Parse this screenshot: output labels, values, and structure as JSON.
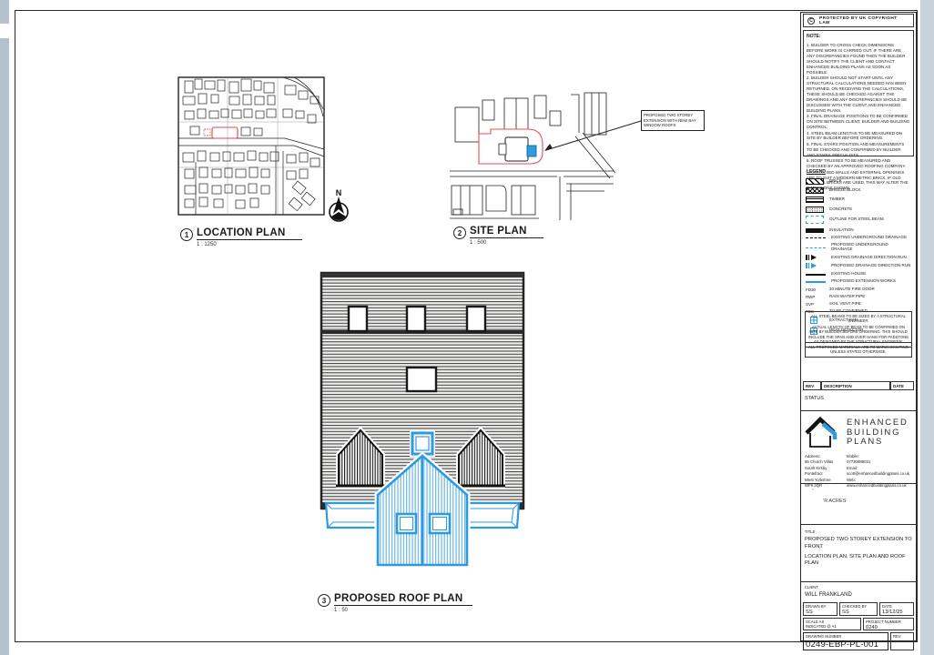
{
  "copyright": {
    "symbol": "C",
    "text": "PROTECTED BY UK COPYRIGHT LAW"
  },
  "notes": {
    "title": "NOTE:",
    "items": [
      "1. BUILDER TO CROSS CHECK DIMENSIONS BEFORE WORK IS CARRIED OUT. IF THERE ARE ANY DISCREPANCIES FOUND THEN THE BUILDER SHOULD NOTIFY THE CLIENT AND CONTACT ENHANCED BUILDING PLANS AS SOON AS POSSIBLE.",
      "2. BUILDER SHOULD NOT START UNTIL ANY STRUCTURAL CALCULATIONS NEEDED HAS BEEN RETURNED. ON RECEIVING THE CALCULATIONS, THESE SHOULD BE CHECKED AGAINST THE DRAWINGS AND ANY DISCREPANCIES SHOULD BE DISCUSSED WITH THE CLIENT AND ENHANCED BUILDING PLANS.",
      "3. FINAL DRAINAGE POSITIONS TO BE CONFIRMED ON SITE BETWEEN CLIENT, BUILDER AND BUILDING CONTROL.",
      "4. STEEL BEAM LENGTHS TO BE MEASURED ON SITE BY BUILDER BEFORE ORDERING.",
      "5. FINAL STAIRS POSITION AND MEASUREMENTS TO BE CHECKED AND CONFIRMED BY BUILDER AND STAIRS SPECIALISTS.",
      "6. ROOF TRUSSES TO BE MEASURED AND CHECKED BY AN APPROVED ROOFING COMPANY.",
      "7. PROPOSED WALLS AND EXTERNAL OPENINGS ARE TO SUIT A MODERN METRIC BRICK. IF OLD IMPERIAL BRICKS ARE USED, THIS MAY ALTER THE DIMENSIONS SHOWN."
    ]
  },
  "legend": {
    "title": "LEGEND",
    "items": [
      {
        "swatch": "brick-hatch-swatch",
        "label": "BRICK"
      },
      {
        "swatch": "breeze-block-swatch",
        "label": "BREEZE BLOCK"
      },
      {
        "swatch": "timber-swatch",
        "label": "TIMBER"
      },
      {
        "swatch": "concrete-swatch",
        "label": "CONCRETE"
      },
      {
        "swatch": "steel-beam-outline-swatch",
        "label": "OUTLINE FOR STEEL BEAM"
      },
      {
        "swatch": "insulation-swatch",
        "label": "INSULATION"
      },
      {
        "swatch": "existing-underground-drainage-line",
        "label": "EXISTING UNDERGROUND DRAINAGE"
      },
      {
        "swatch": "proposed-underground-drainage-line",
        "label": "PROPOSED UNDERGROUND DRAINAGE"
      },
      {
        "swatch": "existing-drainage-direction-arrow",
        "label": "EXISTING DRAINAGE DIRECTION RUN"
      },
      {
        "swatch": "proposed-drainage-direction-arrow",
        "label": "PROPOSED DRAINAGE DIRECTION RUN"
      },
      {
        "swatch": "existing-house-line",
        "label": "EXISTING HOUSE"
      },
      {
        "swatch": "proposed-extension-line",
        "label": "PROPOSED EXTENSION WORKS"
      }
    ],
    "abbreviations": [
      {
        "abbr": "FD30",
        "label": "30 MINUTE FIRE DOOR"
      },
      {
        "abbr": "RWP",
        "label": "RAIN WATER PIPE"
      },
      {
        "abbr": "SVP",
        "label": "SOIL VENT PIPE"
      },
      {
        "abbr": "TBC",
        "label": "TO BE CONFIRMED"
      }
    ],
    "icons": [
      {
        "icon": "extract-fan-icon",
        "label": "EXTRACT FAN"
      },
      {
        "icon": "heat-detector-icon",
        "label": "HEAT DETECTOR"
      }
    ]
  },
  "beam_notes": {
    "box1_line1": "ALL STEEL BEAMS TO BE SIZED BY A STRUCTURAL ENGINEER.",
    "box1_line2": "ACTUAL LENGTH OF BEAM TO BE CONFIRMED ON SITE BY BUILDER BEFORE ORDERING. THIS SHOULD INCLUDE THE SPAN AND OVER HANG FOR PADSTONE AS DESIGNED BY THE STRUCTURAL ENGINEER.",
    "box2": "ALL PROPOSED MATERIALS ARE TO MATCH EXISTING UNLESS STATED OTHERWISE."
  },
  "revision_table": {
    "rev": "REV",
    "description": "DESCRIPTION",
    "date": "DATE",
    "status": "STATUS"
  },
  "company": {
    "name_line1": "ENHANCED",
    "name_line2": "BUILDING",
    "name_line3": "PLANS",
    "address_label": "Address:",
    "address_lines": [
      "85 Church Villas",
      "South Kirkby",
      "Pontefract",
      "West Yorkshire",
      "WF9 3QR"
    ],
    "mobile_label": "Mobile:",
    "mobile": "07730888031",
    "email_label": "Email:",
    "email": "scott@enhancedbuildingplans.co.uk",
    "web_label": "Web:",
    "web": "www.enhancedbuildingplans.co.uk"
  },
  "site_fragment": "’R ACRES",
  "title_block": {
    "title_label": "TITLE",
    "title_line1": "PROPOSED TWO STOREY EXTENSION TO FRONT",
    "title_line2": "LOCATION PLAN, SITE PLAN AND ROOF PLAN",
    "client_label": "CLIENT",
    "client": "WILL FRANKLAND",
    "drawn_by_label": "DRAWN BY",
    "drawn_by": "SS",
    "checked_by_label": "CHECKED BY",
    "checked_by": "SS",
    "date_label": "DATE",
    "date": "13/12/25",
    "scale_label_line1": "SCALE AS",
    "scale_label_line2": "INDICATED @ A1",
    "project_number_label": "PROJECT NUMBER",
    "project_number": "0249",
    "drawing_number_label": "DRAWING NUMBER",
    "drawing_number": "0249-EBP-PL-001",
    "rev_label": "REV"
  },
  "drawings": {
    "location_plan": {
      "number": "1",
      "title": "LOCATION PLAN",
      "scale": "1 : 1250"
    },
    "site_plan": {
      "number": "2",
      "title": "SITE PLAN",
      "scale": "1 : 500"
    },
    "roof_plan": {
      "number": "3",
      "title": "PROPOSED ROOF PLAN",
      "scale": "1 : 50"
    },
    "annotation": "PROPOSED TWO STOREY EXTENSION WITH NEW BAY WINDOW ROOFS",
    "north_label": "N"
  },
  "colors": {
    "proposed_blue": "#2f9ade",
    "boundary_red": "#e05252",
    "line_black": "#1b1b1b"
  }
}
